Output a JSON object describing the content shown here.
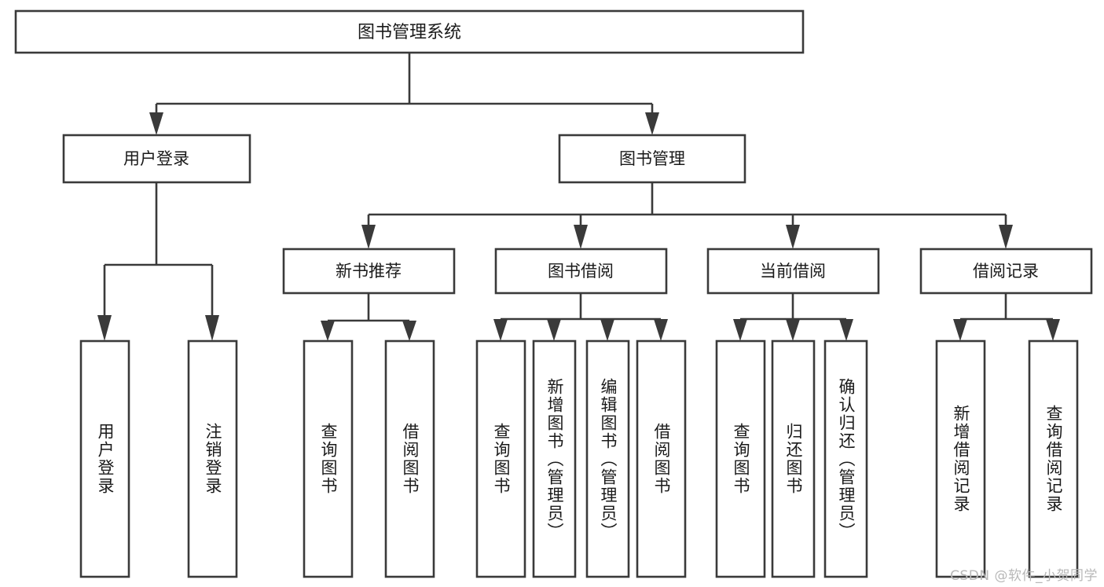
{
  "diagram": {
    "type": "tree-hierarchy-chart",
    "title": "图书管理系统",
    "orientation": "top-down",
    "colors": {
      "box_stroke": "#3a3a3a",
      "box_fill": "#ffffff",
      "connector": "#3a3a3a",
      "text": "#1a1a1a",
      "background": "#ffffff",
      "watermark": "#b8b8b8"
    },
    "root": {
      "label": "图书管理系统"
    },
    "level2": [
      {
        "label": "用户登录"
      },
      {
        "label": "图书管理"
      }
    ],
    "level3": [
      {
        "label": "新书推荐"
      },
      {
        "label": "图书借阅"
      },
      {
        "label": "当前借阅"
      },
      {
        "label": "借阅记录"
      }
    ],
    "leaves": {
      "user_login": [
        {
          "label": "用户登录"
        },
        {
          "label": "注销登录"
        }
      ],
      "new_book_recommend": [
        {
          "label": "查询图书"
        },
        {
          "label": "借阅图书"
        }
      ],
      "book_borrow": [
        {
          "label": "查询图书"
        },
        {
          "label": "新增图书（管理员）"
        },
        {
          "label": "编辑图书（管理员）"
        },
        {
          "label": "借阅图书"
        }
      ],
      "current_borrow": [
        {
          "label": "查询图书"
        },
        {
          "label": "归还图书"
        },
        {
          "label": "确认归还（管理员）"
        }
      ],
      "borrow_record": [
        {
          "label": "新增借阅记录"
        },
        {
          "label": "查询借阅记录"
        }
      ]
    }
  },
  "watermark": {
    "text": "CSDN @软件_小贺同学"
  }
}
